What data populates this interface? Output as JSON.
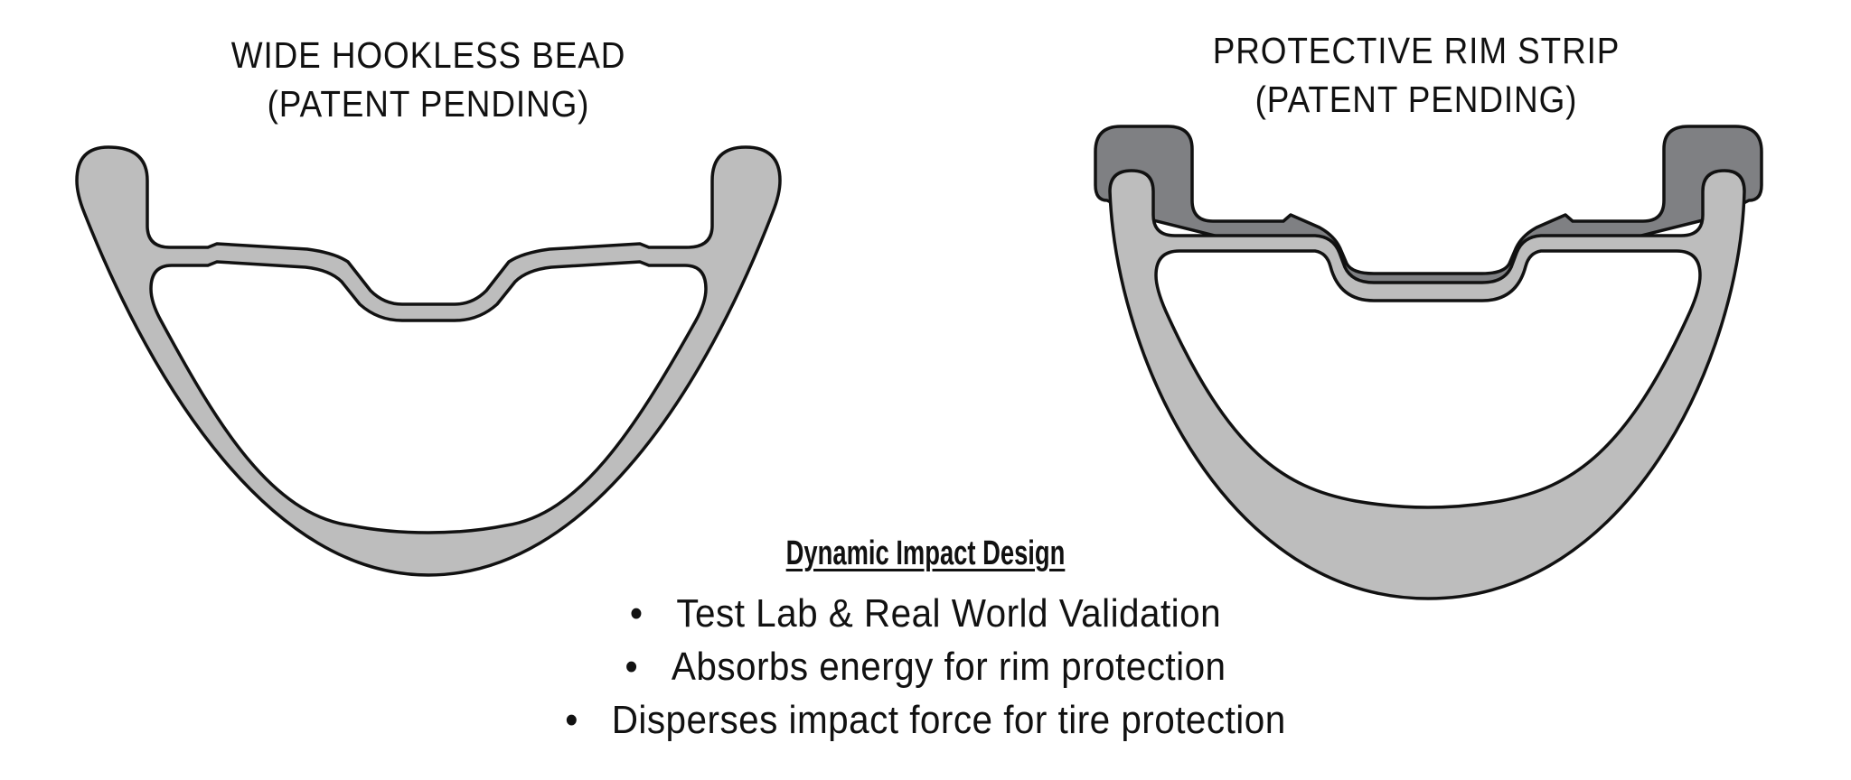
{
  "left_diagram": {
    "title_line1": "WIDE HOOKLESS BEAD",
    "title_line2": "(PATENT PENDING)"
  },
  "right_diagram": {
    "title_line1": "PROTECTIVE RIM STRIP",
    "title_line2": "(PATENT PENDING)"
  },
  "features": {
    "heading": "Dynamic Impact Design",
    "bullet_glyph": "•",
    "items": [
      "Test Lab & Real World Validation",
      "Absorbs energy for rim protection",
      "Disperses impact force for tire protection"
    ]
  },
  "colors": {
    "rim_fill": "#bdbdbd",
    "strip_fill": "#7f8083",
    "outline": "#111111"
  }
}
